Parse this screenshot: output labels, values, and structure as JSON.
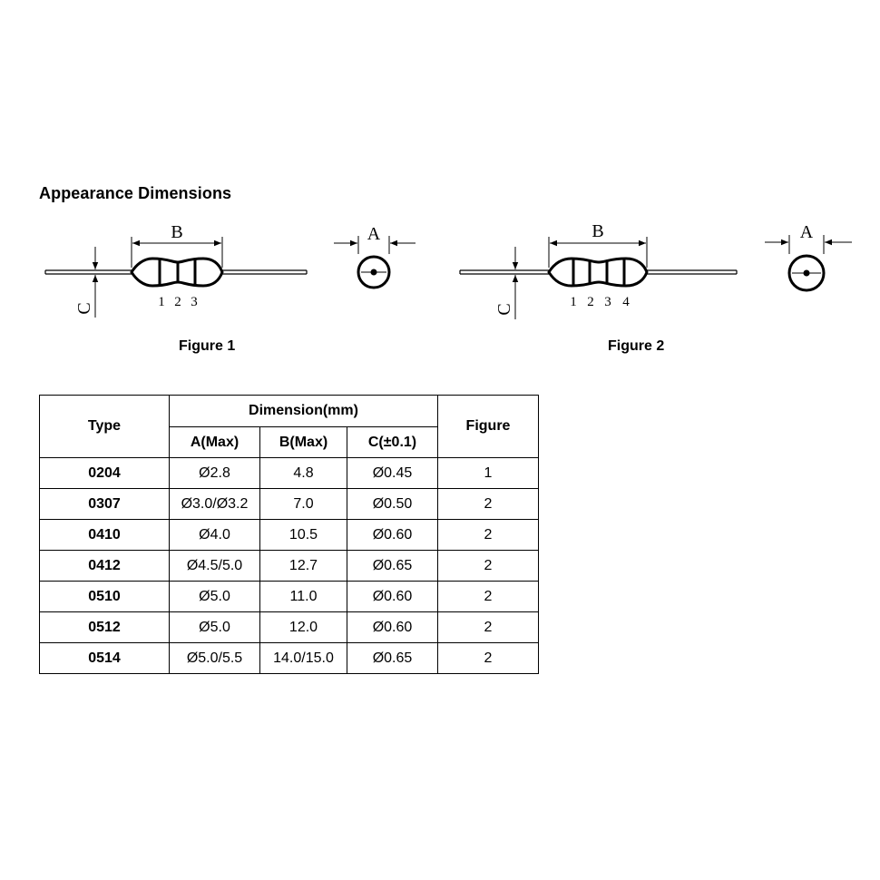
{
  "heading": "Appearance Dimensions",
  "figures": [
    {
      "caption": "Figure 1",
      "labels": {
        "length": "B",
        "lead": "C",
        "diameter": "A"
      },
      "band_numbers": [
        "1",
        "2",
        "3"
      ]
    },
    {
      "caption": "Figure 2",
      "labels": {
        "length": "B",
        "lead": "C",
        "diameter": "A"
      },
      "band_numbers": [
        "1",
        "2",
        "3",
        "4"
      ]
    }
  ],
  "table": {
    "type_header": "Type",
    "dimension_header": "Dimension(mm)",
    "figure_header": "Figure",
    "sub_headers": [
      "A(Max)",
      "B(Max)",
      "C(±0.1)"
    ],
    "rows": [
      {
        "type": "0204",
        "a": "Ø2.8",
        "b": "4.8",
        "c": "Ø0.45",
        "figure": "1"
      },
      {
        "type": "0307",
        "a": "Ø3.0/Ø3.2",
        "b": "7.0",
        "c": "Ø0.50",
        "figure": "2"
      },
      {
        "type": "0410",
        "a": "Ø4.0",
        "b": "10.5",
        "c": "Ø0.60",
        "figure": "2"
      },
      {
        "type": "0412",
        "a": "Ø4.5/5.0",
        "b": "12.7",
        "c": "Ø0.65",
        "figure": "2"
      },
      {
        "type": "0510",
        "a": "Ø5.0",
        "b": "11.0",
        "c": "Ø0.60",
        "figure": "2"
      },
      {
        "type": "0512",
        "a": "Ø5.0",
        "b": "12.0",
        "c": "Ø0.60",
        "figure": "2"
      },
      {
        "type": "0514",
        "a": "Ø5.0/5.5",
        "b": "14.0/15.0",
        "c": "Ø0.65",
        "figure": "2"
      }
    ]
  }
}
